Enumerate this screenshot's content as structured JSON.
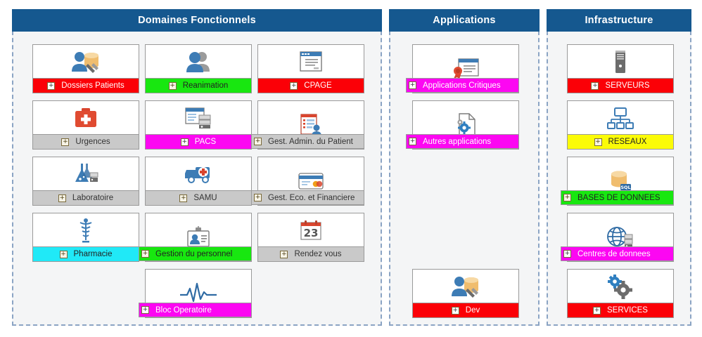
{
  "panels": [
    {
      "id": "domaines",
      "title": "Domaines Fonctionnels",
      "cards": [
        {
          "label": "Dossiers Patients",
          "icon": "user-database-icon",
          "color": "red"
        },
        {
          "label": "Reanimation",
          "icon": "two-users-icon",
          "color": "green"
        },
        {
          "label": "CPAGE",
          "icon": "browser-window-icon",
          "color": "red"
        },
        {
          "label": "Urgences",
          "icon": "first-aid-kit-icon",
          "color": "gray"
        },
        {
          "label": "PACS",
          "icon": "browser-server-icon",
          "color": "magenta"
        },
        {
          "label": "Gest. Admin. du Patient",
          "icon": "patient-record-icon",
          "color": "gray"
        },
        {
          "label": "Laboratoire",
          "icon": "lab-flask-icon",
          "color": "gray"
        },
        {
          "label": "SAMU",
          "icon": "ambulance-icon",
          "color": "gray"
        },
        {
          "label": "Gest. Eco. et Financiere",
          "icon": "credit-card-icon",
          "color": "gray"
        },
        {
          "label": "Pharmacie",
          "icon": "caduceus-icon",
          "color": "cyan"
        },
        {
          "label": "Gestion du personnel",
          "icon": "id-badge-icon",
          "color": "green"
        },
        {
          "label": "Rendez vous",
          "icon": "calendar-23-icon",
          "color": "gray"
        },
        {
          "label": "Bloc Operatoire",
          "icon": "heartbeat-icon",
          "color": "magenta"
        }
      ]
    },
    {
      "id": "applications",
      "title": "Applications",
      "cards": [
        {
          "label": "Applications Critiques",
          "icon": "certificate-window-icon",
          "color": "magenta"
        },
        {
          "label": "Autres applications",
          "icon": "document-gear-icon",
          "color": "magenta"
        },
        {
          "label": "Dev",
          "icon": "user-database-icon",
          "color": "red"
        }
      ]
    },
    {
      "id": "infrastructure",
      "title": "Infrastructure",
      "cards": [
        {
          "label": "SERVEURS",
          "icon": "server-tower-icon",
          "color": "red"
        },
        {
          "label": "RESEAUX",
          "icon": "network-tree-icon",
          "color": "yellow"
        },
        {
          "label": "BASES DE DONNEES",
          "icon": "sql-database-icon",
          "color": "green"
        },
        {
          "label": "Centres de donnees",
          "icon": "globe-server-icon",
          "color": "magenta"
        },
        {
          "label": "SERVICES",
          "icon": "gears-icon",
          "color": "red"
        }
      ]
    }
  ],
  "expander_symbol": "+",
  "colors": {
    "header_blue": "#15588f",
    "panel_background": "#f4f5f6",
    "panel_border": "#8ba4c4",
    "red": "#fb0007",
    "green": "#18e710",
    "gray": "#c9c9c9",
    "magenta": "#fc07f2",
    "cyan": "#20e9f7",
    "yellow": "#fbfb07"
  }
}
